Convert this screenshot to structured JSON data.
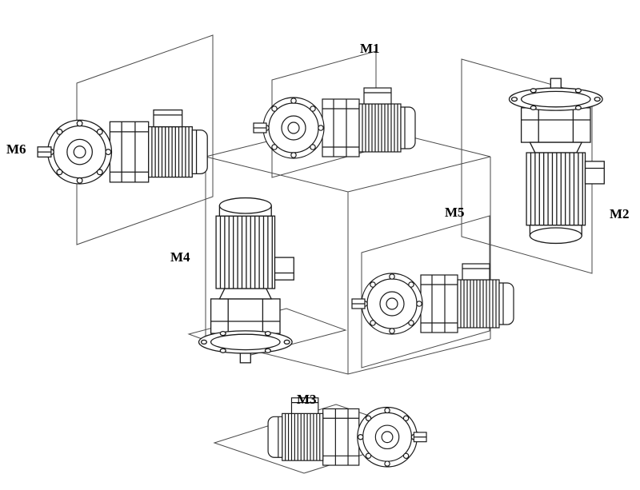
{
  "diagram": {
    "figures": [
      {
        "id": "m1",
        "label": "M1"
      },
      {
        "id": "m2",
        "label": "M2"
      },
      {
        "id": "m3",
        "label": "M3"
      },
      {
        "id": "m4",
        "label": "M4"
      },
      {
        "id": "m5",
        "label": "M5"
      },
      {
        "id": "m6",
        "label": "M6"
      }
    ]
  },
  "colors": {
    "line": "#1a1a1a",
    "construction_line": "#4a4a4a",
    "background": "#ffffff"
  }
}
